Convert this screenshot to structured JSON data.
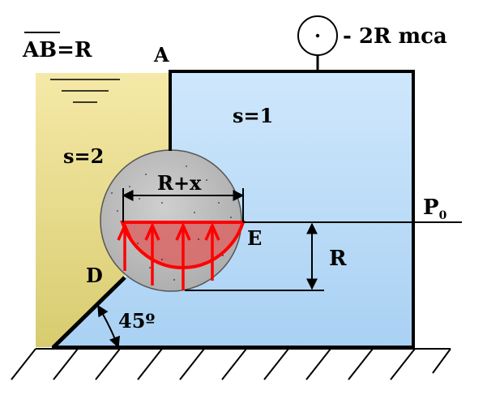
{
  "labels": {
    "ab_eq": "AB=R",
    "point_a": "A",
    "gauge": "- 2R mca",
    "s1": "s=1",
    "s2": "s=2",
    "rx": "R+x",
    "p0_main": "P",
    "p0_sub": "0",
    "point_e": "E",
    "r_dim": "R",
    "point_d": "D",
    "angle": "45º"
  },
  "colors": {
    "tank_fill_top": "#cfe6fb",
    "tank_fill_bottom": "#a9d2f4",
    "left_fluid_top": "#f4e8a6",
    "left_fluid_bottom": "#d9cd73",
    "sphere": "#bdbdbd",
    "pressure_fill": "#d86a6a",
    "pressure_stroke": "#ff0000",
    "outline": "#000000"
  }
}
